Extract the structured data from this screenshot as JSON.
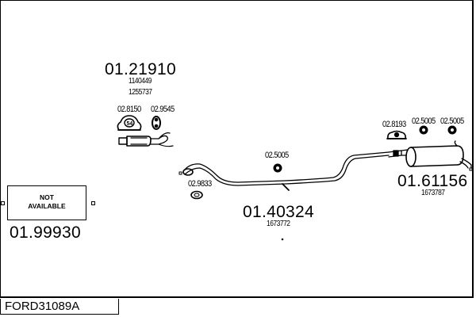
{
  "diagram": {
    "title_code": "FORD31089A",
    "parts": [
      {
        "id": "front-pipe",
        "part_number": "01.21910",
        "oem_numbers": [
          "1140449",
          "1255737"
        ]
      },
      {
        "id": "not-available-section",
        "part_number": "01.99930",
        "placeholder_text": [
          "NOT",
          "AVAILABLE"
        ]
      },
      {
        "id": "middle-pipe",
        "part_number": "01.40324",
        "oem_numbers": [
          "1673772"
        ]
      },
      {
        "id": "rear-silencer",
        "part_number": "01.61156",
        "oem_numbers": [
          "1673787"
        ]
      }
    ],
    "accessories": [
      {
        "id": "gasket-front",
        "part_number": "02.8150"
      },
      {
        "id": "rubber-mount-front",
        "part_number": "02.9545"
      },
      {
        "id": "gasket-middle",
        "part_number": "02.9833"
      },
      {
        "id": "rubber-mount-middle",
        "part_number": "02.5005"
      },
      {
        "id": "clamp-rear",
        "part_number": "02.8193"
      },
      {
        "id": "rubber-mount-rear-1",
        "part_number": "02.5005"
      },
      {
        "id": "rubber-mount-rear-2",
        "part_number": "02.5005"
      }
    ]
  }
}
